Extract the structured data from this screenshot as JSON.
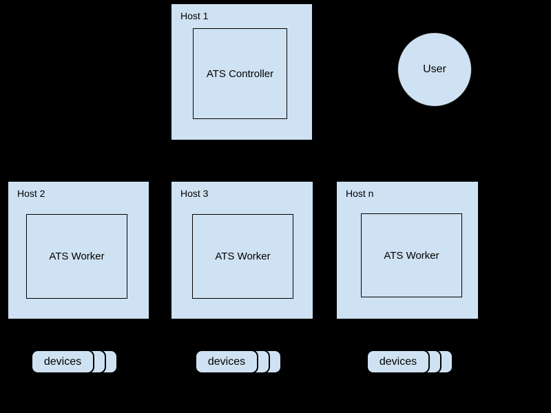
{
  "colors": {
    "background": "#000000",
    "node_fill": "#cfe2f3",
    "node_border": "#000000",
    "text": "#000000"
  },
  "nodes": {
    "host1": {
      "title": "Host 1",
      "child": "ATS Controller"
    },
    "user": {
      "label": "User"
    },
    "host2": {
      "title": "Host 2",
      "child": "ATS Worker"
    },
    "host3": {
      "title": "Host 3",
      "child": "ATS Worker"
    },
    "hostn": {
      "title": "Host n",
      "child": "ATS Worker"
    },
    "devices1": {
      "label": "devices"
    },
    "devices2": {
      "label": "devices"
    },
    "devices3": {
      "label": "devices"
    }
  }
}
